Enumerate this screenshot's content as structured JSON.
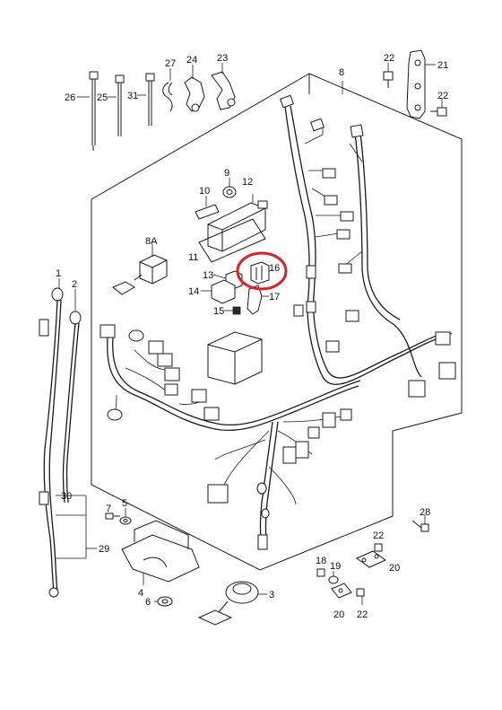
{
  "colors": {
    "line": "#1a1a1a",
    "highlight": "#d8232a"
  },
  "highlight": {
    "part_label": "16"
  },
  "labels": {
    "p1": "1",
    "p2": "2",
    "p3": "3",
    "p4": "4",
    "p5": "5",
    "p6": "6",
    "p7": "7",
    "p8": "8",
    "p8a": "8A",
    "p9": "9",
    "p10": "10",
    "p11": "11",
    "p12": "12",
    "p13": "13",
    "p14": "14",
    "p15": "15",
    "p16": "16",
    "p17": "17",
    "p18": "18",
    "p19": "19",
    "p20a": "20",
    "p20b": "20",
    "p21": "21",
    "p22a": "22",
    "p22b": "22",
    "p22c": "22",
    "p22d": "22",
    "p23": "23",
    "p24": "24",
    "p25": "25",
    "p26": "26",
    "p27": "27",
    "p28": "28",
    "p29": "29",
    "p30": "30",
    "p31": "31"
  }
}
